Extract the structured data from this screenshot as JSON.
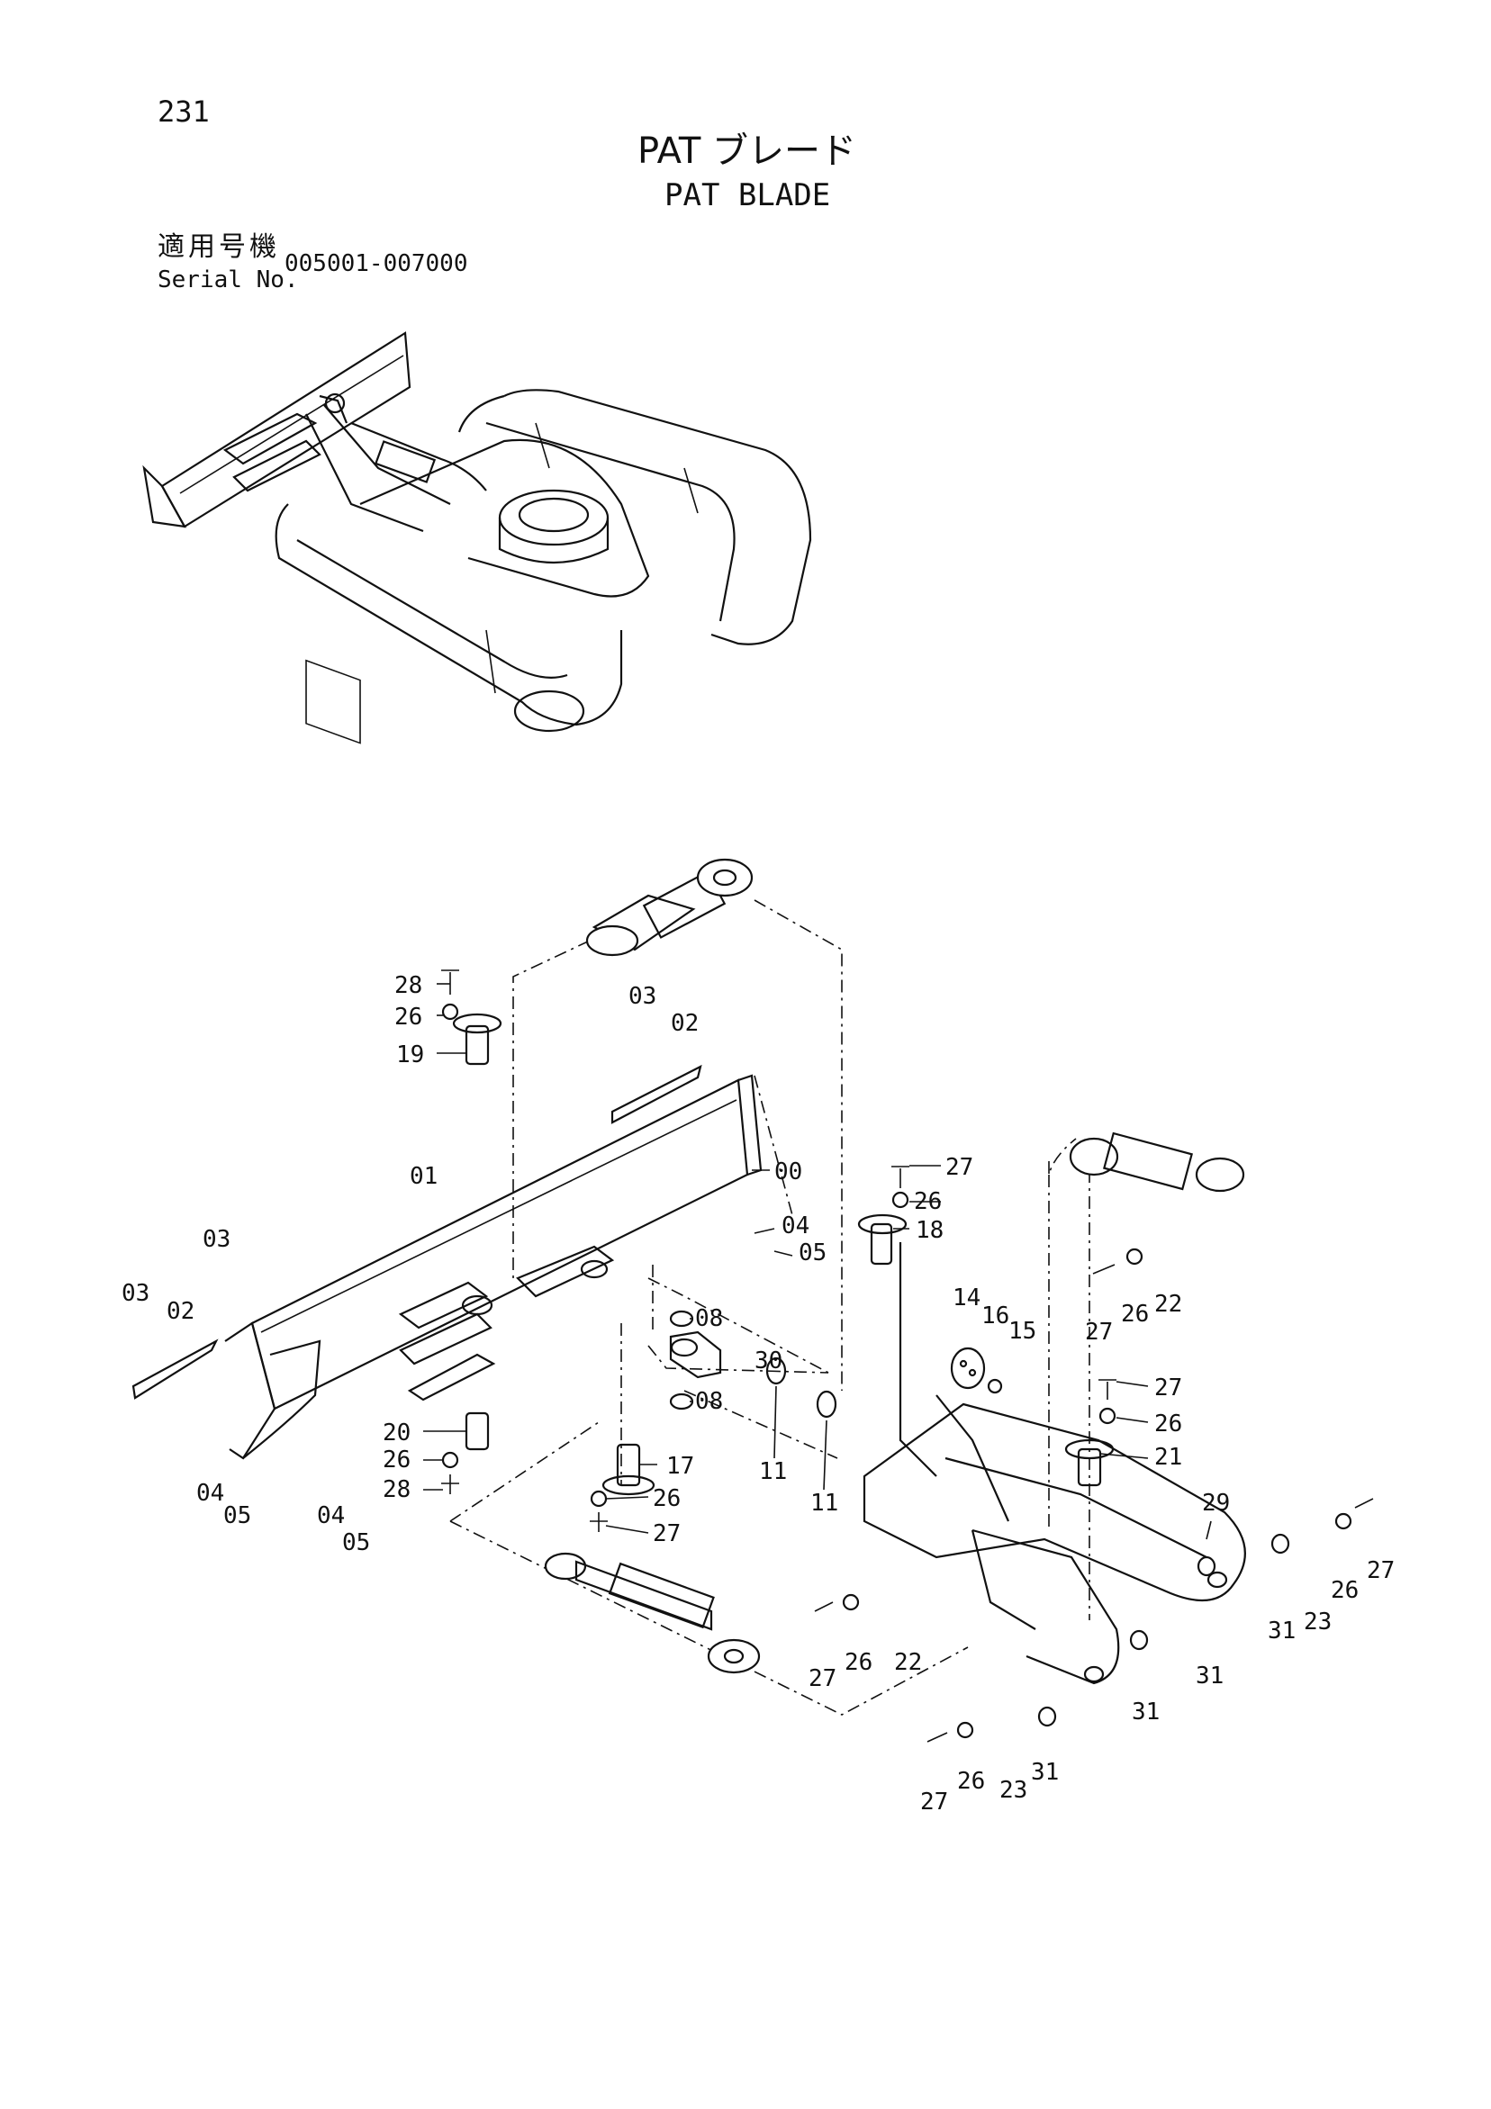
{
  "header": {
    "page_number": "231",
    "title_jp": "PAT ブレード",
    "title_en": "PAT BLADE",
    "serial_label_jp": "適用号機",
    "serial_label_en": "Serial No.",
    "serial_range": "005001-007000"
  },
  "callouts": [
    {
      "id": "c-00",
      "label": "00"
    },
    {
      "id": "c-01",
      "label": "01"
    },
    {
      "id": "c-02a",
      "label": "02"
    },
    {
      "id": "c-02b",
      "label": "02"
    },
    {
      "id": "c-03a",
      "label": "03"
    },
    {
      "id": "c-03b",
      "label": "03"
    },
    {
      "id": "c-03c",
      "label": "03"
    },
    {
      "id": "c-04a",
      "label": "04"
    },
    {
      "id": "c-04b",
      "label": "04"
    },
    {
      "id": "c-04c",
      "label": "04"
    },
    {
      "id": "c-05a",
      "label": "05"
    },
    {
      "id": "c-05b",
      "label": "05"
    },
    {
      "id": "c-05c",
      "label": "05"
    },
    {
      "id": "c-08a",
      "label": "08"
    },
    {
      "id": "c-08b",
      "label": "08"
    },
    {
      "id": "c-11a",
      "label": "11"
    },
    {
      "id": "c-11b",
      "label": "11"
    },
    {
      "id": "c-14",
      "label": "14"
    },
    {
      "id": "c-15",
      "label": "15"
    },
    {
      "id": "c-16",
      "label": "16"
    },
    {
      "id": "c-17",
      "label": "17"
    },
    {
      "id": "c-18",
      "label": "18"
    },
    {
      "id": "c-19",
      "label": "19"
    },
    {
      "id": "c-20",
      "label": "20"
    },
    {
      "id": "c-21",
      "label": "21"
    },
    {
      "id": "c-22a",
      "label": "22"
    },
    {
      "id": "c-22b",
      "label": "22"
    },
    {
      "id": "c-23a",
      "label": "23"
    },
    {
      "id": "c-23b",
      "label": "23"
    },
    {
      "id": "c-26a",
      "label": "26"
    },
    {
      "id": "c-26b",
      "label": "26"
    },
    {
      "id": "c-26c",
      "label": "26"
    },
    {
      "id": "c-26d",
      "label": "26"
    },
    {
      "id": "c-26e",
      "label": "26"
    },
    {
      "id": "c-26f",
      "label": "26"
    },
    {
      "id": "c-26g",
      "label": "26"
    },
    {
      "id": "c-26h",
      "label": "26"
    },
    {
      "id": "c-26i",
      "label": "26"
    },
    {
      "id": "c-27a",
      "label": "27"
    },
    {
      "id": "c-27b",
      "label": "27"
    },
    {
      "id": "c-27c",
      "label": "27"
    },
    {
      "id": "c-27d",
      "label": "27"
    },
    {
      "id": "c-27e",
      "label": "27"
    },
    {
      "id": "c-27f",
      "label": "27"
    },
    {
      "id": "c-27g",
      "label": "27"
    },
    {
      "id": "c-28a",
      "label": "28"
    },
    {
      "id": "c-28b",
      "label": "28"
    },
    {
      "id": "c-29",
      "label": "29"
    },
    {
      "id": "c-30",
      "label": "30"
    },
    {
      "id": "c-31a",
      "label": "31"
    },
    {
      "id": "c-31b",
      "label": "31"
    },
    {
      "id": "c-31c",
      "label": "31"
    },
    {
      "id": "c-31d",
      "label": "31"
    }
  ]
}
